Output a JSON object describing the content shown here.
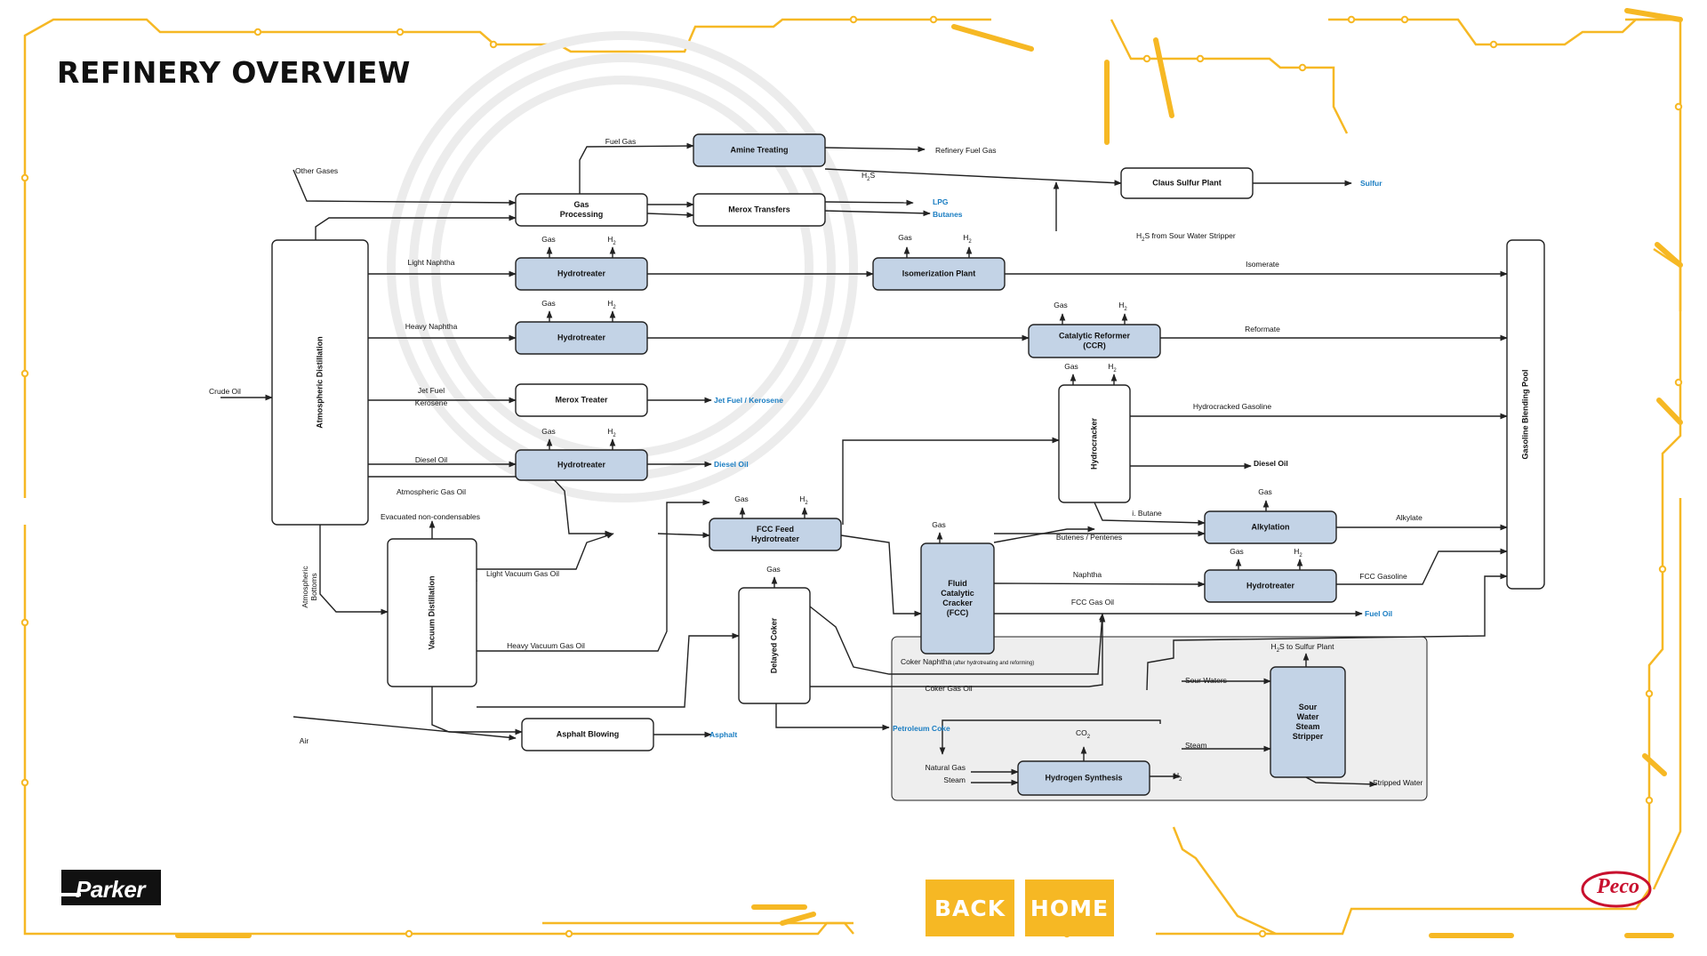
{
  "title": "REFINERY OVERVIEW",
  "nav": {
    "back_label": "BACK",
    "home_label": "HOME"
  },
  "logos": {
    "left": "Parker",
    "right": "Peco"
  },
  "colors": {
    "accent_yellow": "#f6b824",
    "unit_fill_blue": "#c3d3e6",
    "product_blue": "#1a7dc2",
    "line": "#222222",
    "panel_gray": "#eeeeee"
  },
  "diagram": {
    "units": [
      {
        "id": "gas_processing",
        "lines": [
          "Gas",
          "Processing"
        ],
        "shaded": false
      },
      {
        "id": "amine_treating",
        "lines": [
          "Amine Treating"
        ],
        "shaded": true
      },
      {
        "id": "merox_transfers",
        "lines": [
          "Merox Transfers"
        ],
        "shaded": false
      },
      {
        "id": "claus",
        "lines": [
          "Claus Sulfur Plant"
        ],
        "shaded": false
      },
      {
        "id": "atm_dist",
        "lines": [
          "Atmospheric Distillation"
        ],
        "shaded": false,
        "vertical": true
      },
      {
        "id": "hydro_1",
        "lines": [
          "Hydrotreater"
        ],
        "shaded": true
      },
      {
        "id": "isomerization",
        "lines": [
          "Isomerization Plant"
        ],
        "shaded": true
      },
      {
        "id": "hydro_2",
        "lines": [
          "Hydrotreater"
        ],
        "shaded": true
      },
      {
        "id": "ccr",
        "lines": [
          "Catalytic Reformer",
          "(CCR)"
        ],
        "shaded": true
      },
      {
        "id": "merox_treater",
        "lines": [
          "Merox Treater"
        ],
        "shaded": false
      },
      {
        "id": "hydro_3",
        "lines": [
          "Hydrotreater"
        ],
        "shaded": true
      },
      {
        "id": "hydrocracker",
        "lines": [
          "Hydrocracker"
        ],
        "shaded": false,
        "vertical": true
      },
      {
        "id": "gasoline_pool",
        "lines": [
          "Gasoline Blending Pool"
        ],
        "shaded": false,
        "vertical": true
      },
      {
        "id": "vac_dist",
        "lines": [
          "Vacuum Distillation"
        ],
        "shaded": false,
        "vertical": true
      },
      {
        "id": "fcc_feed",
        "lines": [
          "FCC Feed",
          "Hydrotreater"
        ],
        "shaded": true
      },
      {
        "id": "fcc",
        "lines": [
          "Fluid",
          "Catalytic",
          "Cracker",
          "(FCC)"
        ],
        "shaded": true
      },
      {
        "id": "alkylation",
        "lines": [
          "Alkylation"
        ],
        "shaded": true
      },
      {
        "id": "hydro_4",
        "lines": [
          "Hydrotreater"
        ],
        "shaded": true
      },
      {
        "id": "delayed_coker",
        "lines": [
          "Delayed Coker"
        ],
        "shaded": false,
        "vertical": true
      },
      {
        "id": "asphalt_blowing",
        "lines": [
          "Asphalt Blowing"
        ],
        "shaded": false
      },
      {
        "id": "sour_water",
        "lines": [
          "Sour",
          "Water",
          "Steam",
          "Stripper"
        ],
        "shaded": true
      },
      {
        "id": "hydrogen_synth",
        "lines": [
          "Hydrogen Synthesis"
        ],
        "shaded": true
      }
    ],
    "labels": [
      {
        "id": "fuel_gas",
        "text": "Fuel Gas"
      },
      {
        "id": "refinery_fuel_gas",
        "text": "Refinery Fuel Gas"
      },
      {
        "id": "h2s_1",
        "text": "H",
        "sub": "2",
        "tail": "S"
      },
      {
        "id": "other_gases",
        "text": "Other Gases"
      },
      {
        "id": "h2s_sws",
        "text": "H",
        "sub": "2",
        "tail": "S from Sour Water Stripper"
      },
      {
        "id": "light_naphtha",
        "text": "Light Naphtha"
      },
      {
        "id": "heavy_naphtha",
        "text": "Heavy Naphtha"
      },
      {
        "id": "crude_oil",
        "text": "Crude Oil"
      },
      {
        "id": "jet_fuel",
        "text": "Jet Fuel"
      },
      {
        "id": "kerosene",
        "text": "Kerosene"
      },
      {
        "id": "diesel_oil_in",
        "text": "Diesel Oil"
      },
      {
        "id": "atm_gas_oil",
        "text": "Atmospheric Gas Oil"
      },
      {
        "id": "evac",
        "text": "Evacuated non-condensables"
      },
      {
        "id": "atm_bottoms_1",
        "text": "Atmospheric"
      },
      {
        "id": "atm_bottoms_2",
        "text": "Bottoms"
      },
      {
        "id": "lvgo",
        "text": "Light Vacuum Gas Oil"
      },
      {
        "id": "hvgo",
        "text": "Heavy Vacuum Gas Oil"
      },
      {
        "id": "air",
        "text": "Air"
      },
      {
        "id": "isomerate",
        "text": "Isomerate"
      },
      {
        "id": "reformate",
        "text": "Reformate"
      },
      {
        "id": "hc_gasoline",
        "text": "Hydrocracked Gasoline"
      },
      {
        "id": "ibutane",
        "text": "i. Butane"
      },
      {
        "id": "butenes",
        "text": "Butenes / Pentenes"
      },
      {
        "id": "alkylate",
        "text": "Alkylate"
      },
      {
        "id": "naphtha",
        "text": "Naphtha"
      },
      {
        "id": "fcc_gasoline",
        "text": "FCC Gasoline"
      },
      {
        "id": "fcc_gas_oil",
        "text": "FCC Gas Oil"
      },
      {
        "id": "coker_naphtha",
        "text": "Coker Naphtha",
        "small": " (after hydrotreating and reforming)"
      },
      {
        "id": "coker_gas_oil",
        "text": "Coker Gas Oil"
      },
      {
        "id": "diesel_oil_out",
        "text": "Diesel Oil",
        "bold": true
      },
      {
        "id": "h2s_to_sulfur",
        "text": "H",
        "sub": "2",
        "tail": "S to Sulfur Plant"
      },
      {
        "id": "sour_waters",
        "text": "Sour Waters"
      },
      {
        "id": "steam_1",
        "text": "Steam"
      },
      {
        "id": "stripped_water",
        "text": "Stripped Water"
      },
      {
        "id": "co2",
        "text": "CO",
        "sub": "2",
        "tail": ""
      },
      {
        "id": "natural_gas",
        "text": "Natural Gas"
      },
      {
        "id": "steam_2",
        "text": "Steam"
      },
      {
        "id": "h2_out",
        "text": "H",
        "sub": "2",
        "tail": ""
      }
    ],
    "gas_h2_tags": {
      "gas": "Gas",
      "h2": "H",
      "h2_sub": "2"
    },
    "products": [
      {
        "id": "lpg",
        "text": "LPG"
      },
      {
        "id": "butanes",
        "text": "Butanes"
      },
      {
        "id": "sulfur",
        "text": "Sulfur"
      },
      {
        "id": "jet_kerosene",
        "text": "Jet Fuel / Kerosene"
      },
      {
        "id": "diesel_product",
        "text": "Diesel Oil"
      },
      {
        "id": "fuel_oil",
        "text": "Fuel Oil"
      },
      {
        "id": "petroleum_coke",
        "text": "Petroleum Coke"
      },
      {
        "id": "asphalt",
        "text": "Asphalt"
      }
    ]
  }
}
